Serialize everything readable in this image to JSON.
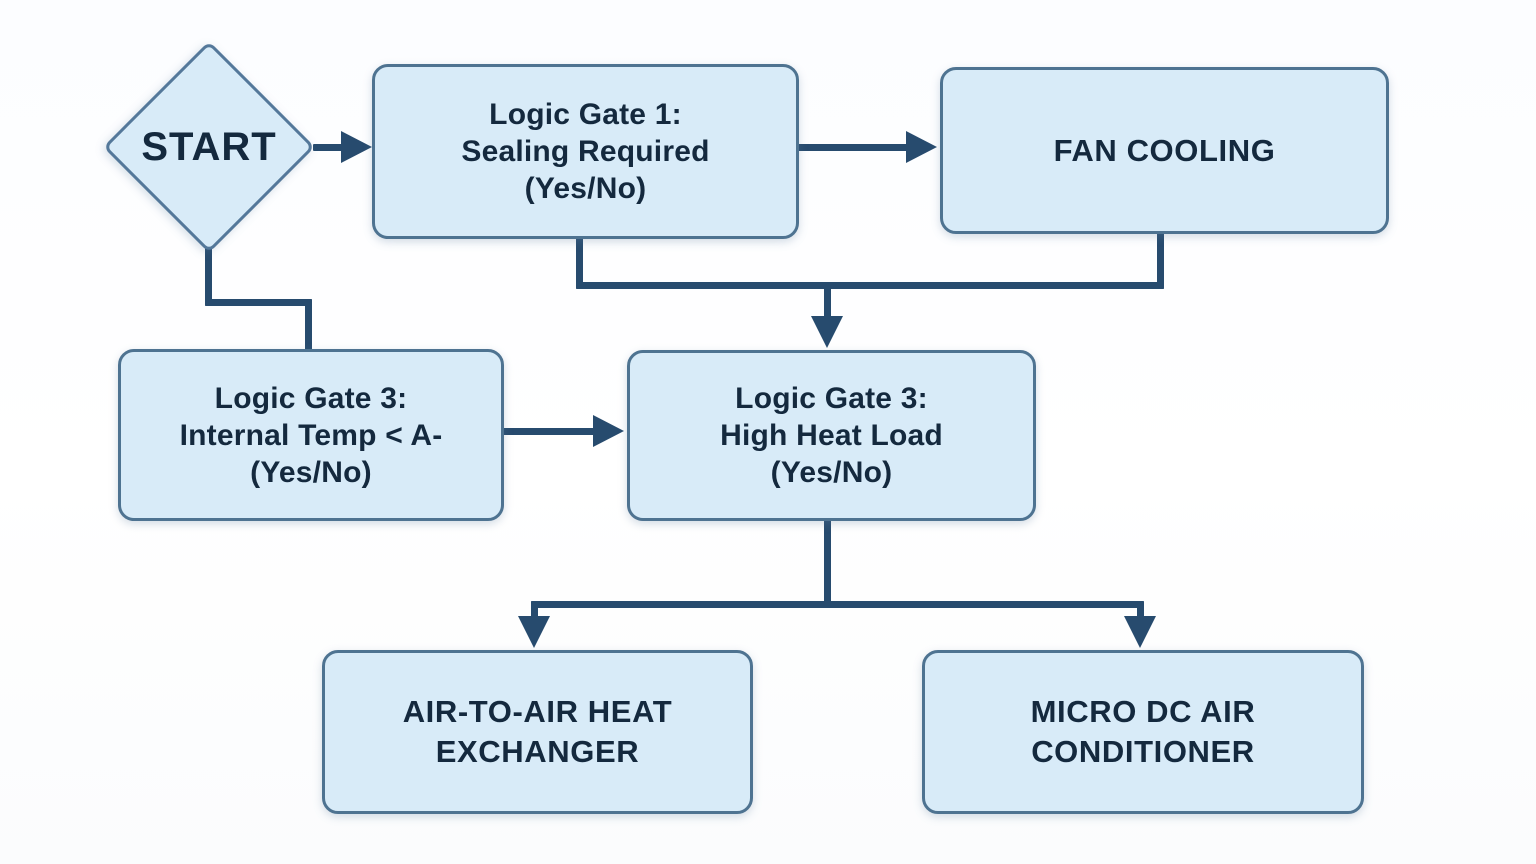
{
  "diagram": {
    "type": "flowchart",
    "colors": {
      "connector": "#274b6e",
      "node_fill": "#d8ebf8",
      "node_border": "#4e7391",
      "text": "#14293e",
      "background": "#fcfdff"
    },
    "nodes": {
      "start": {
        "shape": "diamond",
        "label": "START"
      },
      "gate1": {
        "shape": "rounded-rect",
        "lines": [
          "Logic Gate 1:",
          "Sealing Required",
          "(Yes/No)"
        ]
      },
      "fan_cooling": {
        "shape": "rounded-rect",
        "lines": [
          "FAN COOLING"
        ]
      },
      "gate3_internal_temp": {
        "shape": "rounded-rect",
        "lines": [
          "Logic Gate 3:",
          "Internal Temp < A-",
          "(Yes/No)"
        ]
      },
      "gate3_high_heat": {
        "shape": "rounded-rect",
        "lines": [
          "Logic Gate 3:",
          "High Heat Load",
          "(Yes/No)"
        ]
      },
      "air_to_air": {
        "shape": "rounded-rect",
        "lines": [
          "AIR-TO-AIR HEAT",
          "EXCHANGER"
        ]
      },
      "micro_dc": {
        "shape": "rounded-rect",
        "lines": [
          "MICRO DC AIR",
          "CONDITIONER"
        ]
      }
    },
    "edges": [
      {
        "from": "start",
        "to": "gate1",
        "arrow": true,
        "path": "straight-right"
      },
      {
        "from": "start",
        "to": "gate3_internal_temp",
        "arrow": false,
        "path": "elbow-down-right-down"
      },
      {
        "from": "gate1",
        "to": "fan_cooling",
        "arrow": true,
        "path": "straight-right"
      },
      {
        "from": "gate1",
        "to": "gate3_high_heat",
        "arrow": true,
        "path": "merge-down"
      },
      {
        "from": "fan_cooling",
        "to": "gate3_high_heat",
        "arrow": true,
        "path": "merge-down"
      },
      {
        "from": "gate3_internal_temp",
        "to": "gate3_high_heat",
        "arrow": true,
        "path": "straight-right"
      },
      {
        "from": "gate3_high_heat",
        "to": "air_to_air",
        "arrow": true,
        "path": "split-down"
      },
      {
        "from": "gate3_high_heat",
        "to": "micro_dc",
        "arrow": true,
        "path": "split-down"
      }
    ]
  }
}
